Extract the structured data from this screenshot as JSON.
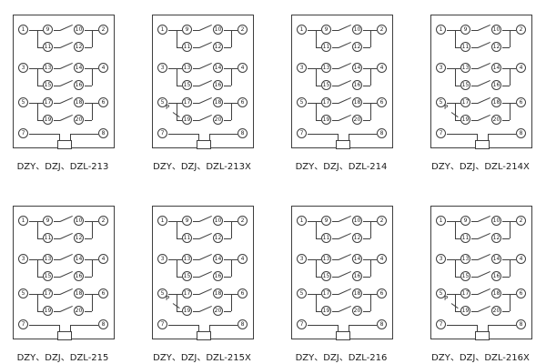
{
  "sheet": {
    "background": "#ffffff",
    "line_color": "#3f3f3f"
  },
  "panels": [
    {
      "label": "DZY、DZJ、DZL-213",
      "outer_left": [
        "1",
        "3",
        "5",
        "7"
      ],
      "outer_right": [
        "2",
        "4",
        "6",
        "8"
      ],
      "inner_rows": [
        {
          "left": "9",
          "right": "10"
        },
        {
          "left": "11",
          "right": "12"
        },
        {
          "left": "13",
          "right": "14"
        },
        {
          "left": "15",
          "right": "16"
        },
        {
          "left": "17",
          "right": "18"
        },
        {
          "left": "19",
          "right": "20"
        }
      ],
      "p_mark": ""
    },
    {
      "label": "DZY、DZJ、DZL-213X",
      "outer_left": [
        "1",
        "3",
        "5",
        "7"
      ],
      "outer_right": [
        "2",
        "4",
        "6",
        "8"
      ],
      "inner_rows": [
        {
          "left": "9",
          "right": "10"
        },
        {
          "left": "11",
          "right": "12"
        },
        {
          "left": "13",
          "right": "14"
        },
        {
          "left": "15",
          "right": "16"
        },
        {
          "left": "17",
          "right": "18"
        },
        {
          "left": "19",
          "right": "20"
        }
      ],
      "p_mark": "P"
    },
    {
      "label": "DZY、DZJ、DZL-214",
      "outer_left": [
        "1",
        "3",
        "5",
        "7"
      ],
      "outer_right": [
        "2",
        "4",
        "6",
        "8"
      ],
      "inner_rows": [
        {
          "left": "9",
          "right": "10"
        },
        {
          "left": "11",
          "right": "12"
        },
        {
          "left": "13",
          "right": "14"
        },
        {
          "left": "15",
          "right": "16"
        },
        {
          "left": "17",
          "right": "18"
        },
        {
          "left": "19",
          "right": "20"
        }
      ],
      "p_mark": ""
    },
    {
      "label": "DZY、DZJ、DZL-214X",
      "outer_left": [
        "1",
        "3",
        "5",
        "7"
      ],
      "outer_right": [
        "2",
        "4",
        "6",
        "8"
      ],
      "inner_rows": [
        {
          "left": "9",
          "right": "10"
        },
        {
          "left": "11",
          "right": "12"
        },
        {
          "left": "13",
          "right": "14"
        },
        {
          "left": "15",
          "right": "16"
        },
        {
          "left": "17",
          "right": "18"
        },
        {
          "left": "19",
          "right": "20"
        }
      ],
      "p_mark": "P"
    },
    {
      "label": "DZY、DZJ、DZL-215",
      "outer_left": [
        "1",
        "3",
        "5",
        "7"
      ],
      "outer_right": [
        "2",
        "4",
        "6",
        "8"
      ],
      "inner_rows": [
        {
          "left": "9",
          "right": "10"
        },
        {
          "left": "11",
          "right": "12"
        },
        {
          "left": "13",
          "right": "14"
        },
        {
          "left": "15",
          "right": "16"
        },
        {
          "left": "17",
          "right": "18"
        },
        {
          "left": "19",
          "right": "20"
        }
      ],
      "p_mark": ""
    },
    {
      "label": "DZY、DZJ、DZL-215X",
      "outer_left": [
        "1",
        "3",
        "5",
        "7"
      ],
      "outer_right": [
        "2",
        "4",
        "6",
        "8"
      ],
      "inner_rows": [
        {
          "left": "9",
          "right": "10"
        },
        {
          "left": "11",
          "right": "12"
        },
        {
          "left": "13",
          "right": "14"
        },
        {
          "left": "15",
          "right": "16"
        },
        {
          "left": "17",
          "right": "18"
        },
        {
          "left": "19",
          "right": "20"
        }
      ],
      "p_mark": "P"
    },
    {
      "label": "DZY、DZJ、DZL-216",
      "outer_left": [
        "1",
        "3",
        "5",
        "7"
      ],
      "outer_right": [
        "2",
        "4",
        "6",
        "8"
      ],
      "inner_rows": [
        {
          "left": "9",
          "right": "10"
        },
        {
          "left": "11",
          "right": "12"
        },
        {
          "left": "13",
          "right": "14"
        },
        {
          "left": "15",
          "right": "16"
        },
        {
          "left": "17",
          "right": "18"
        },
        {
          "left": "19",
          "right": "20"
        }
      ],
      "p_mark": ""
    },
    {
      "label": "DZY、DZJ、DZL-216X",
      "outer_left": [
        "1",
        "3",
        "5",
        "7"
      ],
      "outer_right": [
        "2",
        "4",
        "6",
        "8"
      ],
      "inner_rows": [
        {
          "left": "9",
          "right": "10"
        },
        {
          "left": "11",
          "right": "12"
        },
        {
          "left": "13",
          "right": "14"
        },
        {
          "left": "15",
          "right": "16"
        },
        {
          "left": "17",
          "right": "18"
        },
        {
          "left": "19",
          "right": "20"
        }
      ],
      "p_mark": "P"
    }
  ]
}
